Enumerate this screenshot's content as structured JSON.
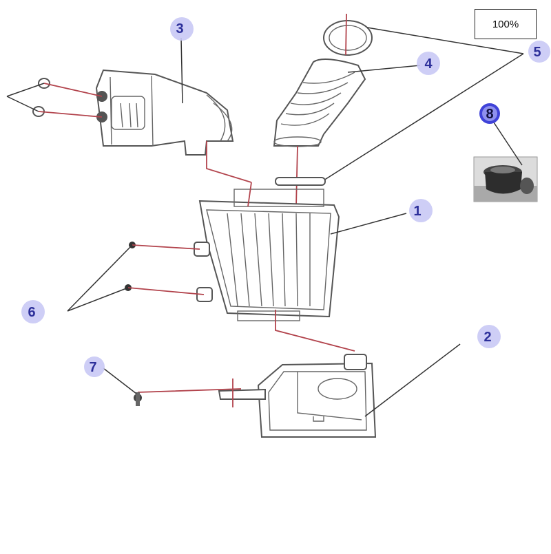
{
  "zoom": {
    "level": "100%"
  },
  "callouts": {
    "c1": "1",
    "c2": "2",
    "c3": "3",
    "c4": "4",
    "c5": "5",
    "c6": "6",
    "c7": "7",
    "c8": "8"
  },
  "colors": {
    "badge_fill": "#c9c9f5",
    "badge_text": "#2c2f9a",
    "badge_dark_fill": "#3f42d8",
    "leader_red": "#b2434c",
    "leader_black": "#333333",
    "line_art": "#555555"
  }
}
